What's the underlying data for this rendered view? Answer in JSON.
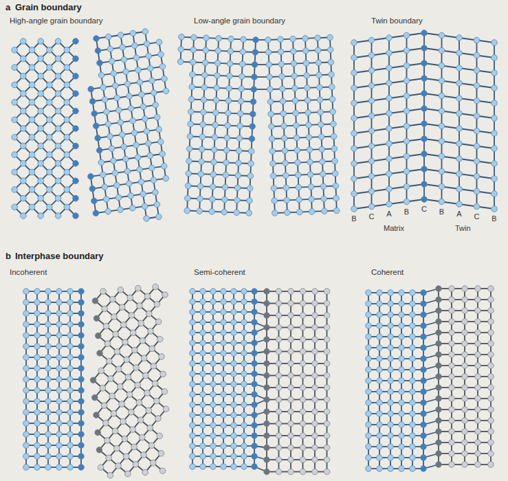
{
  "diagram": {
    "labels": [
      "a",
      "Grain boundary",
      "High-angle grain boundary",
      "Low-angle grain boundary",
      "Twin boundary",
      "B",
      "C",
      "A",
      "B",
      "C",
      "B",
      "A",
      "C",
      "B",
      "Matrix",
      "Twin",
      "b",
      "Interphase boundary",
      "Incoherent",
      "Semi-coherent",
      "Coherent"
    ]
  }
}
